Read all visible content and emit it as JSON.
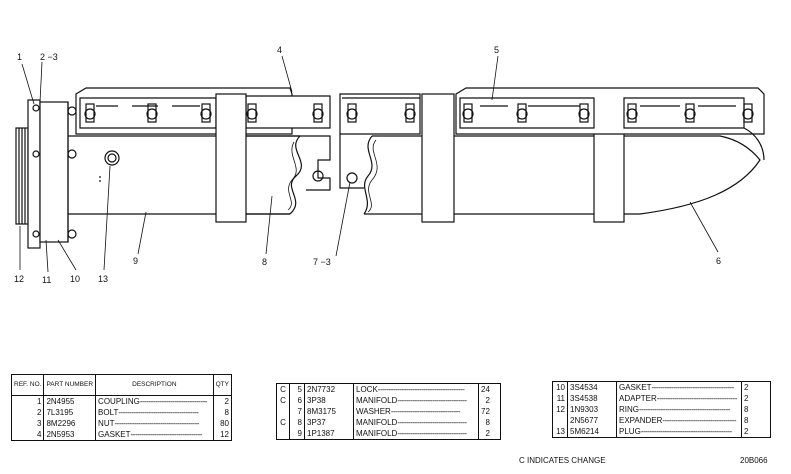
{
  "callouts": {
    "c1": "1",
    "c2": "2 −3",
    "c4": "4",
    "c5": "5",
    "c6": "6",
    "c7": "7 −3",
    "c8": "8",
    "c9": "9",
    "c10": "10",
    "c11": "11",
    "c12": "12",
    "c13": "13"
  },
  "table1": {
    "headers": {
      "ref": "REF. NO.",
      "part": "PART NUMBER",
      "desc": "DESCRIPTION",
      "qty": "QTY"
    },
    "rows": [
      {
        "ref": "1",
        "part": "2N4955",
        "desc": "COUPLING",
        "qty": "2"
      },
      {
        "ref": "2",
        "part": "7L3195",
        "desc": "BOLT",
        "qty": "8"
      },
      {
        "ref": "3",
        "part": "8M2296",
        "desc": "NUT",
        "qty": "80"
      },
      {
        "ref": "4",
        "part": "2N5953",
        "desc": "GASKET",
        "qty": "12"
      }
    ]
  },
  "table2": {
    "rows": [
      {
        "mark": "C",
        "ref": "5",
        "part": "2N7732",
        "desc": "LOCK",
        "qty": "24"
      },
      {
        "mark": "C",
        "ref": "6",
        "part": "3P38",
        "desc": "MANIFOLD",
        "qty": "2"
      },
      {
        "mark": "",
        "ref": "7",
        "part": "8M3175",
        "desc": "WASHER",
        "qty": "72"
      },
      {
        "mark": "C",
        "ref": "8",
        "part": "3P37",
        "desc": "MANIFOLD",
        "qty": "8"
      },
      {
        "mark": "",
        "ref": "9",
        "part": "1P1387",
        "desc": "MANIFOLD",
        "qty": "2"
      }
    ]
  },
  "table3": {
    "rows": [
      {
        "ref": "10",
        "part": "3S4534",
        "desc": "GASKET",
        "qty": "2"
      },
      {
        "ref": "11",
        "part": "3S4538",
        "desc": "ADAPTER",
        "qty": "2"
      },
      {
        "ref": "12",
        "part": "1N9303",
        "desc": "RING",
        "qty": "8"
      },
      {
        "ref": "",
        "part": "2N5677",
        "desc": "EXPANDER",
        "qty": "8"
      },
      {
        "ref": "13",
        "part": "5M6214",
        "desc": "PLUG",
        "qty": "2"
      }
    ]
  },
  "footer": {
    "change_note": "C INDICATES CHANGE",
    "drawing_code": "20B066"
  }
}
